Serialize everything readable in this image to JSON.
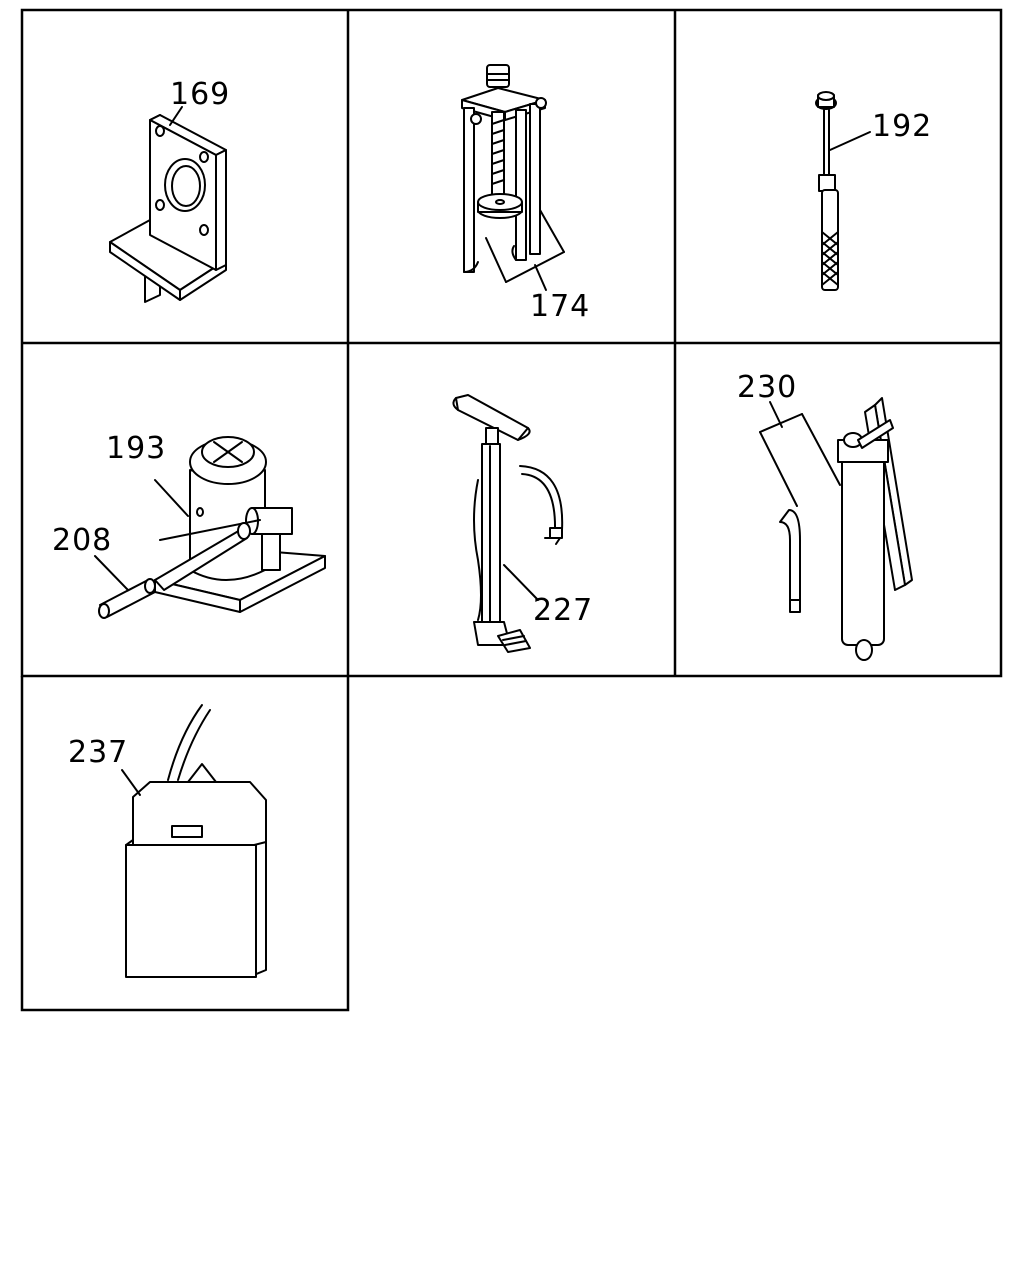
{
  "diagram": {
    "parts": [
      {
        "id": "part-169",
        "label": "169",
        "name": "mounting-bracket"
      },
      {
        "id": "part-174",
        "label": "174",
        "name": "gear-puller"
      },
      {
        "id": "part-192",
        "label": "192",
        "name": "tire-pressure-gauge"
      },
      {
        "id": "part-193",
        "label": "193",
        "name": "hydraulic-bottle-jack"
      },
      {
        "id": "part-208",
        "label": "208",
        "name": "jack-handle"
      },
      {
        "id": "part-227",
        "label": "227",
        "name": "tire-pump"
      },
      {
        "id": "part-230",
        "label": "230",
        "name": "grease-gun"
      },
      {
        "id": "part-237",
        "label": "237",
        "name": "tool-bag"
      }
    ]
  }
}
